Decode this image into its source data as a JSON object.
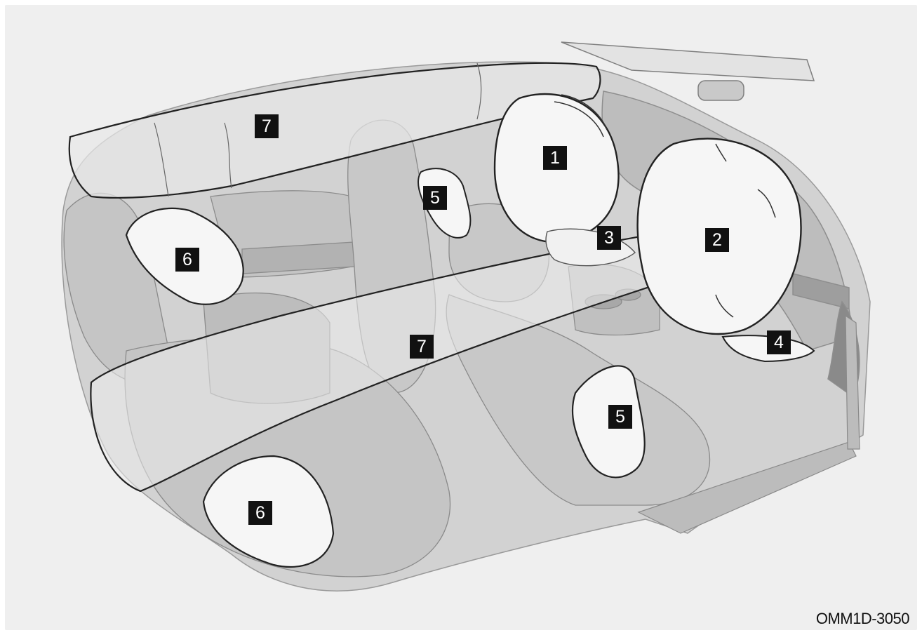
{
  "figure_code": "OMM1D-3050",
  "callouts": [
    {
      "id": "1",
      "label": "1"
    },
    {
      "id": "2",
      "label": "2"
    },
    {
      "id": "3",
      "label": "3"
    },
    {
      "id": "4",
      "label": "4"
    },
    {
      "id": "5a",
      "label": "5"
    },
    {
      "id": "5b",
      "label": "5"
    },
    {
      "id": "6a",
      "label": "6"
    },
    {
      "id": "6b",
      "label": "6"
    },
    {
      "id": "7a",
      "label": "7"
    },
    {
      "id": "7b",
      "label": "7"
    }
  ],
  "colors": {
    "background": "#efefef",
    "body_fill": "#cfcfcf",
    "airbag_fill": "#f6f6f6",
    "outline": "#222222",
    "callout_bg": "#111111",
    "callout_text": "#ffffff"
  }
}
